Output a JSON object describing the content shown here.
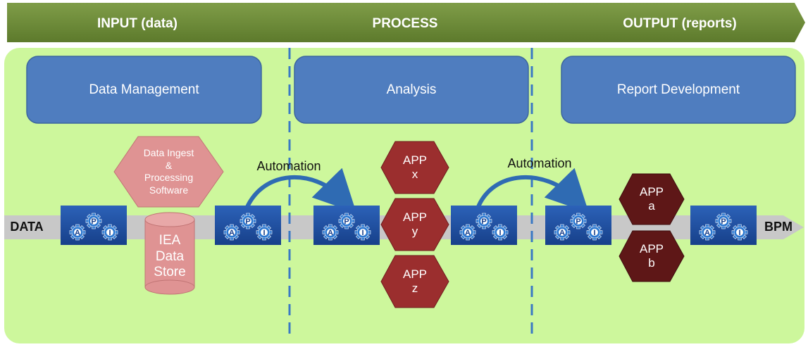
{
  "header": {
    "stages": [
      {
        "label": "INPUT (data)"
      },
      {
        "label": "PROCESS"
      },
      {
        "label": "OUTPUT (reports)"
      }
    ]
  },
  "columns": [
    {
      "label": "Data Management"
    },
    {
      "label": "Analysis"
    },
    {
      "label": "Report Development"
    }
  ],
  "flow": {
    "start_label": "DATA",
    "end_label": "BPM"
  },
  "software": {
    "label": "Data Ingest\n&\nProcessing\nSoftware"
  },
  "data_store": {
    "label": "IEA\nData\nStore"
  },
  "automation": [
    {
      "label": "Automation"
    },
    {
      "label": "Automation"
    }
  ],
  "apps": [
    {
      "label": "APP\nx"
    },
    {
      "label": "APP\ny"
    },
    {
      "label": "APP\nz"
    },
    {
      "label": "APP\na"
    },
    {
      "label": "APP\nb"
    }
  ],
  "api_icon": {
    "letters": [
      "A",
      "P",
      "I"
    ]
  },
  "colors": {
    "header": "#6e8a3a",
    "background": "#cdf79c",
    "column_box": "#4f7dbf",
    "pink": "#df9393",
    "app": "#9b2e2e",
    "arrow": "#2f6bb3",
    "divider": "#3a79c4",
    "flow_band": "#c8c8c8"
  }
}
